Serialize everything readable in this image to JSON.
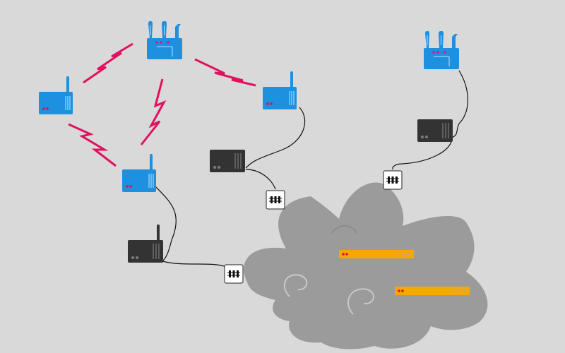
{
  "colors": {
    "background": "#d9d9d9",
    "cloud": "#9b9b9b",
    "router_blue": "#1e90e0",
    "modem_dark": "#333333",
    "wireless_link": "#e0115f",
    "server_orange": "#f5a800",
    "led_red": "#e01040",
    "led_pink": "#e01090",
    "cable": "#111111",
    "connector_white": "#ffffff"
  },
  "devices": [
    {
      "type": "router",
      "icon": "router-icon",
      "antennas": 3,
      "name": "router-top-center"
    },
    {
      "type": "router",
      "icon": "router-icon",
      "antennas": 1,
      "name": "router-left"
    },
    {
      "type": "router",
      "icon": "router-icon",
      "antennas": 1,
      "name": "router-middle-left"
    },
    {
      "type": "router",
      "icon": "router-icon",
      "antennas": 1,
      "name": "router-middle-right"
    },
    {
      "type": "router",
      "icon": "router-icon",
      "antennas": 3,
      "name": "router-top-right"
    },
    {
      "type": "modem",
      "icon": "modem-icon",
      "name": "modem-left"
    },
    {
      "type": "modem",
      "icon": "modem-icon",
      "name": "modem-middle"
    },
    {
      "type": "modem",
      "icon": "modem-icon",
      "name": "modem-right"
    },
    {
      "type": "connector",
      "icon": "network-jack-icon",
      "name": "jack-left"
    },
    {
      "type": "connector",
      "icon": "network-jack-icon",
      "name": "jack-middle"
    },
    {
      "type": "connector",
      "icon": "network-jack-icon",
      "name": "jack-right"
    },
    {
      "type": "server",
      "icon": "server-icon",
      "name": "server-top"
    },
    {
      "type": "server",
      "icon": "server-icon",
      "name": "server-bottom"
    }
  ],
  "cloud": {
    "icon": "cloud-icon",
    "name": "internet-cloud"
  },
  "wireless_links": [
    {
      "from": "router-left",
      "to": "router-top-center"
    },
    {
      "from": "router-top-center",
      "to": "router-middle-right"
    },
    {
      "from": "router-top-center",
      "to": "router-middle-left"
    },
    {
      "from": "router-left",
      "to": "router-middle-left"
    }
  ],
  "wired_links": [
    {
      "from": "router-middle-left",
      "to": "modem-left"
    },
    {
      "from": "modem-left",
      "to": "jack-left"
    },
    {
      "from": "router-middle-right",
      "to": "modem-middle"
    },
    {
      "from": "modem-middle",
      "to": "jack-middle"
    },
    {
      "from": "router-top-right",
      "to": "modem-right"
    },
    {
      "from": "modem-right",
      "to": "jack-right"
    }
  ]
}
